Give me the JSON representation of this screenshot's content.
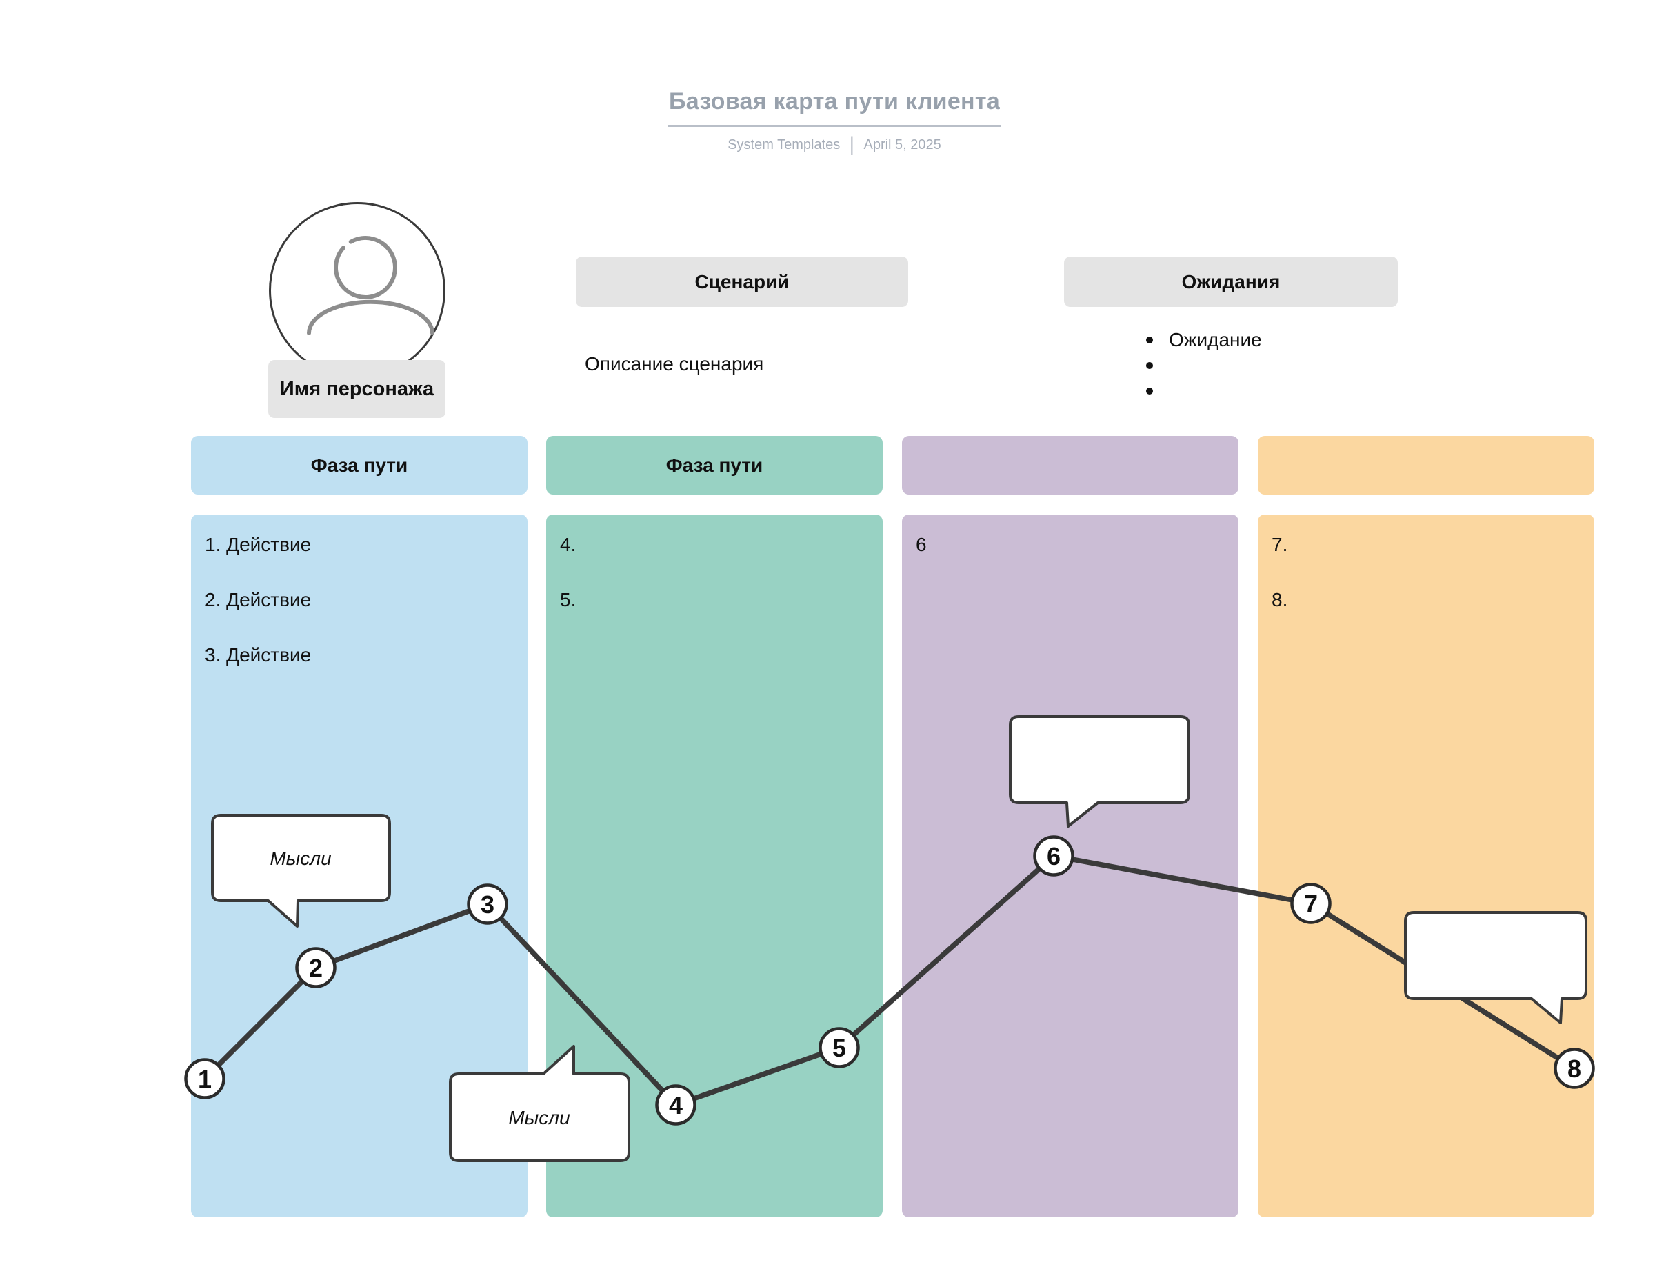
{
  "header": {
    "title": "Базовая карта пути клиента",
    "author": "System Templates",
    "separator": "|",
    "date": "April 5, 2025"
  },
  "persona": {
    "name": "Имя персонажа"
  },
  "scenario": {
    "title": "Сценарий",
    "description": "Описание сценария"
  },
  "expectations": {
    "title": "Ожидания",
    "items": [
      "Ожидание",
      "",
      ""
    ]
  },
  "phases": [
    {
      "label": "Фаза пути",
      "color": "#BFE0F2",
      "actions": [
        "1. Действие",
        "2. Действие",
        "3. Действие"
      ]
    },
    {
      "label": "Фаза пути",
      "color": "#98D2C3",
      "actions": [
        "4.",
        "5."
      ]
    },
    {
      "label": "",
      "color": "#CBBDD5",
      "actions": [
        "6"
      ]
    },
    {
      "label": "",
      "color": "#FBD7A0",
      "actions": [
        "7.",
        "8."
      ]
    }
  ],
  "journey": {
    "points": [
      {
        "label": "1"
      },
      {
        "label": "2"
      },
      {
        "label": "3"
      },
      {
        "label": "4"
      },
      {
        "label": "5"
      },
      {
        "label": "6"
      },
      {
        "label": "7"
      },
      {
        "label": "8"
      }
    ],
    "thought_bubbles": [
      {
        "text": "Мысли"
      },
      {
        "text": "Мысли"
      },
      {
        "text": ""
      },
      {
        "text": ""
      }
    ]
  },
  "colors": {
    "line": "#3A3A3A",
    "header_bar": "#E4E4E4",
    "title_text": "#98A1AC"
  }
}
